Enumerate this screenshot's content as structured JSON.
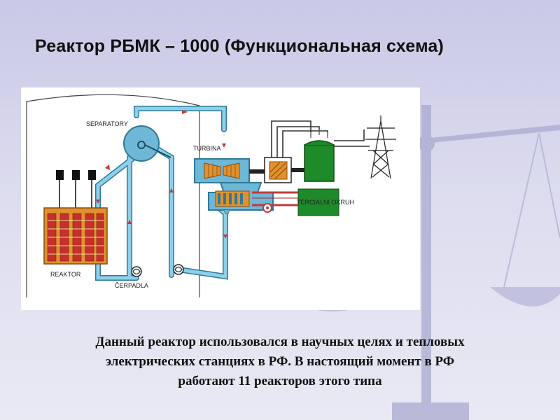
{
  "slide": {
    "title": "Реактор РБМК – 1000 (Функциональная схема)"
  },
  "diagram": {
    "labels": {
      "separatory": "SEPARATORY",
      "turbina": "TURBINA",
      "reaktor": "REAKTOR",
      "cerpadla": "ČERPADLA",
      "tercialni_okruh": "TERCIALNI OKRUH"
    },
    "colors": {
      "pipe": "#6fb7d6",
      "pipe_outline": "#2f7a99",
      "reactor_core": "#e0912e",
      "fuel_channel": "#c4302b",
      "generator": "#1f8a2a",
      "steam_line": "#c23a3a"
    }
  },
  "caption": {
    "line1": "Данный реактор использовался в научных целях и тепловых",
    "line2": "электрических станциях в РФ. В настоящий момент в РФ",
    "line3": "работают 11 реакторов этого типа"
  }
}
